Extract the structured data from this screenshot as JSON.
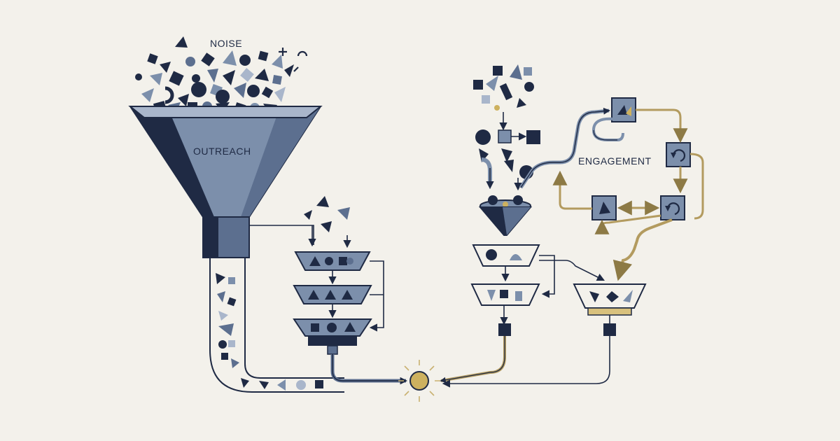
{
  "labels": {
    "noise": "NOISE",
    "outreach": "OUTREACH",
    "engagement": "ENGAGEMENT"
  },
  "colors": {
    "background": "#f3f1eb",
    "navy": "#1f2a44",
    "slate": "#5c6f8f",
    "steel": "#7c8fab",
    "light": "#a9b6cb",
    "gold": "#b39b5f",
    "goldLight": "#d8c17d"
  },
  "icons": [
    "funnel-icon",
    "filter-stage-icon",
    "loop-node-icon",
    "refresh-icon",
    "convergence-point-icon"
  ]
}
